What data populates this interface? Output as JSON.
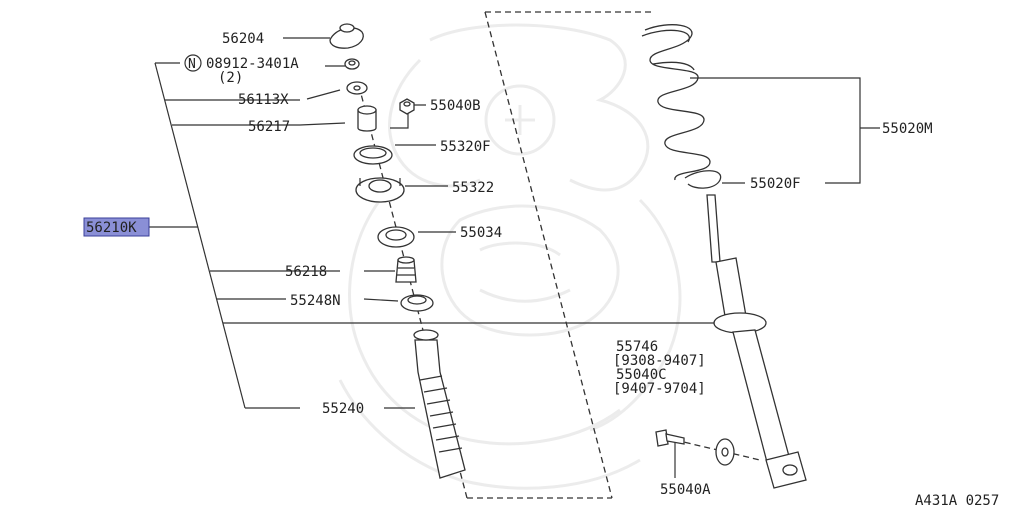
{
  "diagram": {
    "selected_part": "56210K",
    "labels": {
      "p56204": "56204",
      "bolt_circle": "N",
      "p08912": "08912-3401A",
      "qty2": "(2)",
      "p56113x": "56113X",
      "p55040b": "55040B",
      "p56217": "56217",
      "p55320f": "55320F",
      "p55322": "55322",
      "p56210k": "56210K",
      "p55034": "55034",
      "p56218": "56218",
      "p55248n": "55248N",
      "p55240": "55240",
      "p55020m": "55020M",
      "p55020f": "55020F",
      "p55746": "55746",
      "range1": "[9308-9407]",
      "p55040c": "55040C",
      "range2": "[9407-9704]",
      "p55040a": "55040A",
      "ref_code": "A431A 0257"
    },
    "highlight_color": "#8a8fd6"
  }
}
